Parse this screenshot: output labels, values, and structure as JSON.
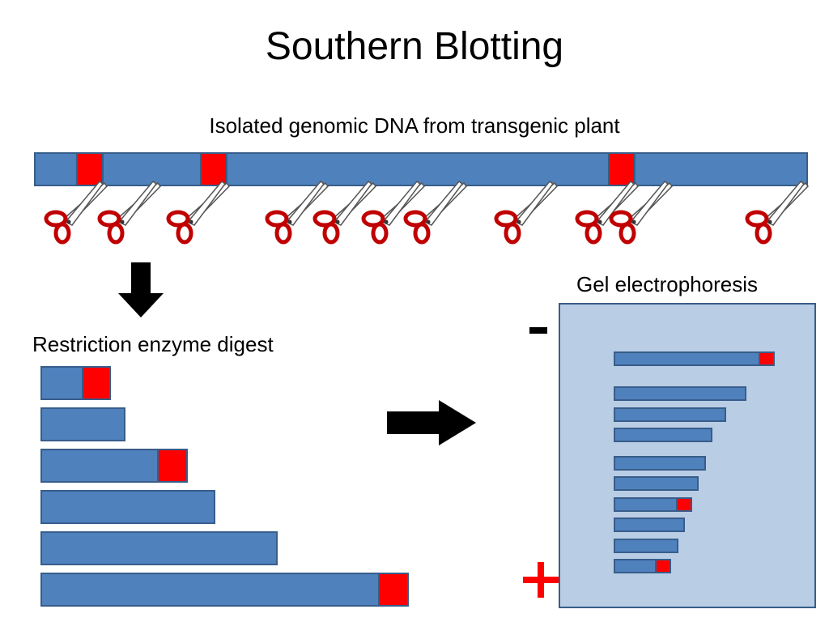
{
  "slide": {
    "title": "Southern Blotting",
    "strand_label": "Isolated genomic DNA from transgenic plant",
    "digest_label": "Restriction enzyme digest",
    "gel_label": "Gel electrophoresis",
    "gel_negative_sign": "-",
    "gel_positive_sign": "+"
  },
  "colors": {
    "dna": "#4f81bd",
    "dna_border": "#385d8a",
    "insert": "#ff0000",
    "gel": "#b9cde5",
    "scissors": "#c00000"
  },
  "icons": {
    "cut_site": "scissors-icon",
    "digest_arrow": "arrow-down-icon",
    "transfer_arrow": "arrow-right-icon"
  },
  "digest_fragments": [
    {
      "has_insert": true
    },
    {
      "has_insert": false
    },
    {
      "has_insert": true
    },
    {
      "has_insert": false
    },
    {
      "has_insert": false
    },
    {
      "has_insert": true
    }
  ],
  "gel_bands": [
    {
      "has_insert": true
    },
    {
      "has_insert": false
    },
    {
      "has_insert": false
    },
    {
      "has_insert": false
    },
    {
      "has_insert": false
    },
    {
      "has_insert": false
    },
    {
      "has_insert": true
    },
    {
      "has_insert": false
    },
    {
      "has_insert": false
    },
    {
      "has_insert": true
    }
  ]
}
